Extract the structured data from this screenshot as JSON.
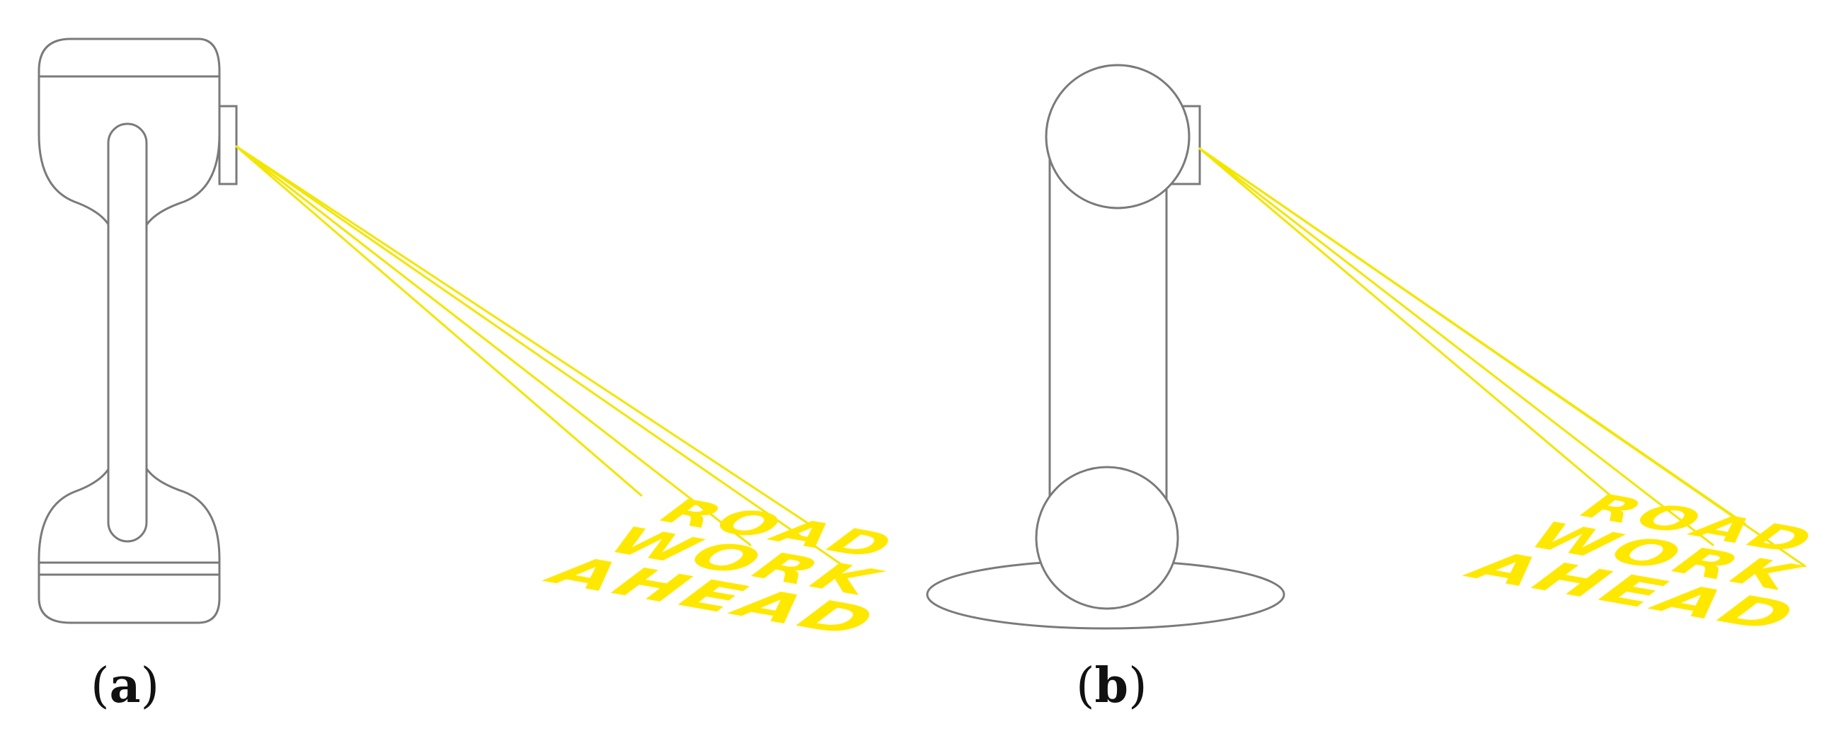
{
  "colors": {
    "outline": "#7a7a7a",
    "beam": "#f2e600",
    "sign_text": "#ffe800",
    "background": "#ffffff"
  },
  "panels": [
    {
      "id": "a",
      "caption_open": "(",
      "caption_letter": "a",
      "caption_close": ")",
      "device": "dumbbell-shaped projector robot",
      "sign_lines": [
        "ROAD",
        "WORK",
        "AHEAD"
      ]
    },
    {
      "id": "b",
      "caption_open": "(",
      "caption_letter": "b",
      "caption_close": ")",
      "device": "two-sphere column projector robot on elliptical base",
      "sign_lines": [
        "ROAD",
        "WORK",
        "AHEAD"
      ]
    }
  ]
}
